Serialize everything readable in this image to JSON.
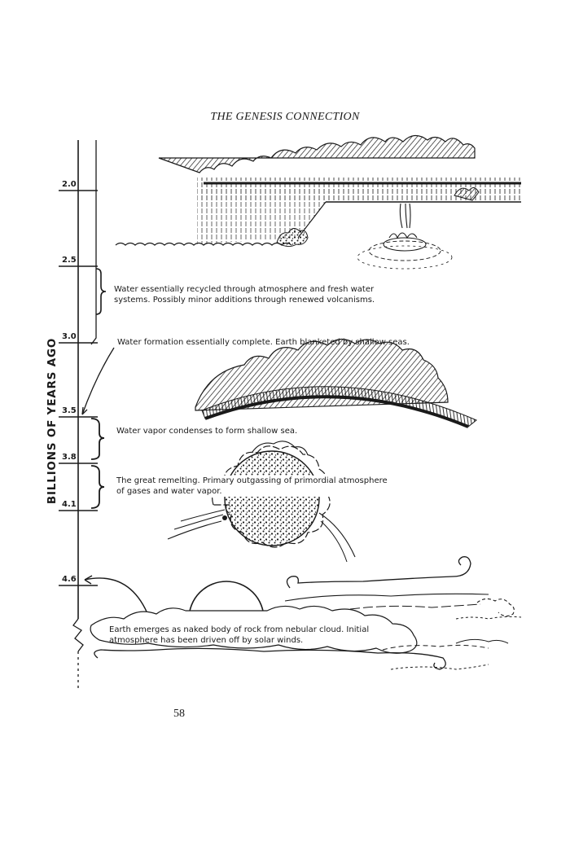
{
  "header": {
    "title": "THE GENESIS CONNECTION"
  },
  "axis": {
    "title": "BILLIONS OF YEARS AGO",
    "ticks": [
      {
        "label": "2.0",
        "value": 2.0
      },
      {
        "label": "2.5",
        "value": 2.5
      },
      {
        "label": "3.0",
        "value": 3.0
      },
      {
        "label": "3.5",
        "value": 3.5
      },
      {
        "label": "3.8",
        "value": 3.8
      },
      {
        "label": "4.1",
        "value": 4.1
      },
      {
        "label": "4.6",
        "value": 4.6
      }
    ]
  },
  "captions": {
    "recycled": {
      "line1": "Water essentially recycled through atmosphere and fresh water",
      "line2": "systems. Possibly minor additions through renewed volcanisms."
    },
    "formation": {
      "line1": "Water formation essentially complete. Earth blanketed by shallow seas."
    },
    "condenses": {
      "line1": "Water vapor condenses to form shallow sea."
    },
    "remelting": {
      "line1": "The great remelting. Primary outgassing of primordial atmosphere",
      "line2": "of gases and water vapor."
    },
    "emerges": {
      "line1": "Earth emerges as naked body of rock from nebular cloud. Initial",
      "line2": "atmosphere has been driven off by solar winds."
    }
  },
  "footer": {
    "page_number": "58"
  },
  "colors": {
    "ink": "#1a1a1a",
    "paper": "#ffffff"
  }
}
